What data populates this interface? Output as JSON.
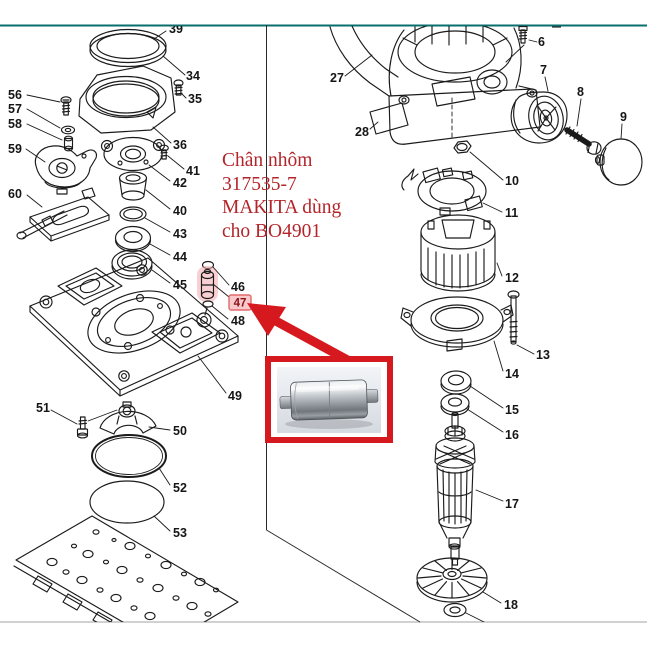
{
  "annotation": {
    "lines": [
      "Chân nhôm",
      "317535-7",
      "MAKITA dùng",
      "cho BO4901"
    ]
  },
  "part_labels": {
    "6": "6",
    "7": "7",
    "8": "8",
    "9": "9",
    "10": "10",
    "11": "11",
    "12": "12",
    "13": "13",
    "14": "14",
    "15": "15",
    "16": "16",
    "17": "17",
    "18": "18",
    "27": "27",
    "28": "28",
    "34": "34",
    "35": "35",
    "36": "36",
    "39": "39",
    "40": "40",
    "41": "41",
    "42": "42",
    "43": "43",
    "44": "44",
    "45": "45",
    "46": "46",
    "47": "47",
    "48": "48",
    "49": "49",
    "50": "50",
    "51": "51",
    "52": "52",
    "53": "53",
    "56": "56",
    "57": "57",
    "58": "58",
    "59": "59",
    "60": "60"
  },
  "colors": {
    "accent_red": "#d6191f",
    "teal_rule": "#0a6e6e",
    "annotation_red": "#b3252a",
    "highlight_pink": "#f2a9ad",
    "bottom_rule_gray": "#c2c2c2"
  }
}
